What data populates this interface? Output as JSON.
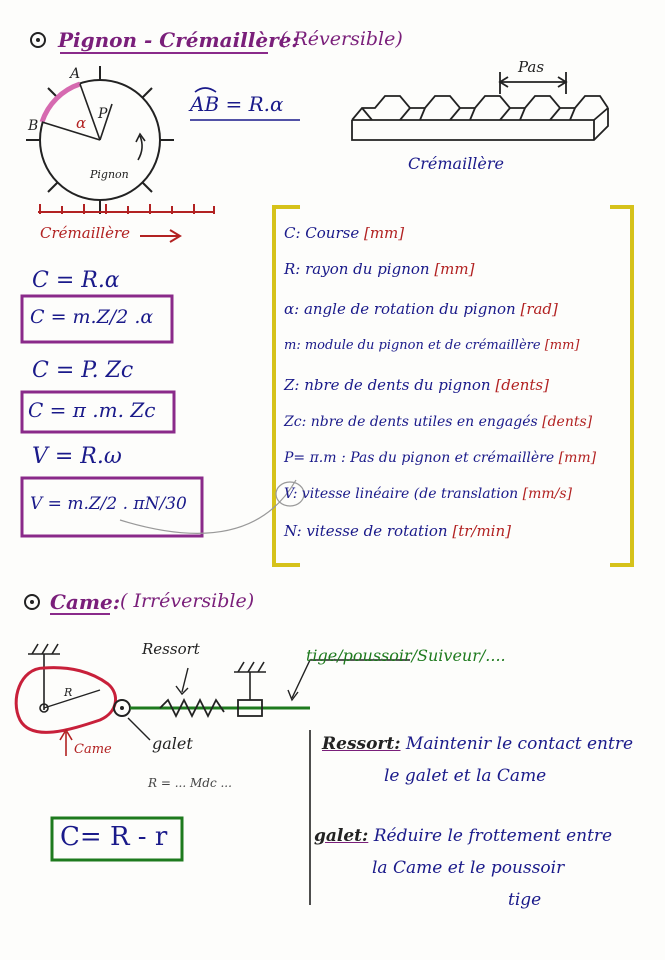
{
  "section1": {
    "title": "Pignon - Crémaillère:",
    "subtitle": "( Réversible)",
    "arc_formula": "AB = R.α",
    "label_pas": "Pas",
    "label_cremaillere_right": "Crémaillère",
    "label_cremaillere_left": "Crémaillère",
    "label_pignon": "Pignon",
    "label_A": "A",
    "label_B": "B",
    "label_P": "P",
    "label_alpha": "α",
    "formulas": [
      "C = R.α",
      "C = m.Z/2 .α",
      "C = P. Zc",
      "C = π .m. Zc",
      "V = R.ω",
      "V = m.Z/2 . πN/30"
    ],
    "legend": [
      {
        "text": "C: Course ",
        "unit": "[mm]"
      },
      {
        "text": "R: rayon du pignon ",
        "unit": "[mm]"
      },
      {
        "text": "α: angle de rotation du pignon ",
        "unit": "[rad]"
      },
      {
        "text": "m: module du pignon et de crémaillère ",
        "unit": "[mm]"
      },
      {
        "text": "Z: nbre de dents du pignon ",
        "unit": "[dents]"
      },
      {
        "text": "Zc: nbre de dents utiles en engagés ",
        "unit": "[dents]"
      },
      {
        "text": "P= π.m : Pas du pignon et crémaillère ",
        "unit": "[mm]"
      },
      {
        "text": "V: vitesse linéaire (de translation ",
        "unit": "[mm/s]"
      },
      {
        "text": "N: vitesse de rotation ",
        "unit": "[tr/min]"
      }
    ]
  },
  "section2": {
    "title": "Came:",
    "subtitle": "( Irréversible)",
    "label_ressort": "Ressort",
    "label_tige": "tige/poussoir/Suiveur/....",
    "label_came": "Came",
    "label_galet": "galet",
    "label_R": "R",
    "formula": "C= R - r",
    "notes": [
      {
        "key": "Ressort:",
        "text": "Maintenir le contact entre"
      },
      {
        "key": "",
        "text": "le galet et la Came"
      },
      {
        "key": "galet:",
        "text": "Réduire le frottement entre"
      },
      {
        "key": "",
        "text": "la Came et le poussoir"
      },
      {
        "key": "",
        "text": "tige"
      }
    ],
    "side_note": "R = ... Mdc ..."
  },
  "colors": {
    "green": "#1e7a1e",
    "blue": "#1a1a8a",
    "red": "#b22222",
    "purple": "#8a2a8a",
    "yellow": "#d6c21a"
  }
}
